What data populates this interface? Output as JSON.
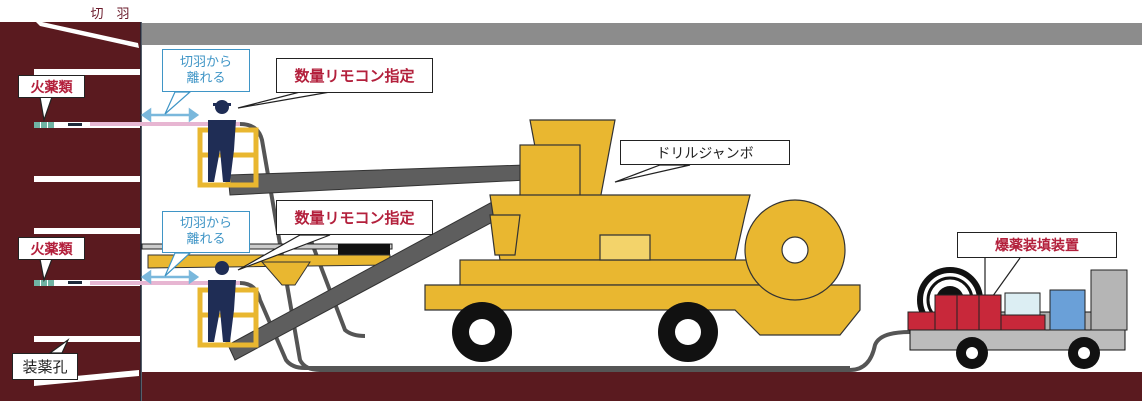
{
  "labels": {
    "face": "切　羽",
    "explosives_1": "火薬類",
    "explosives_2": "火薬類",
    "move_away_1": "切羽から\n離れる",
    "move_away_2": "切羽から\n離れる",
    "remote_1": "数量リモコン指定",
    "remote_2": "数量リモコン指定",
    "drill_jumbo": "ドリルジャンボ",
    "loading_device": "爆薬装填装置",
    "charge_hole": "装薬孔"
  },
  "colors": {
    "rock": "#5a1a1f",
    "machine": "#e9b730",
    "boom": "#5e5e5e",
    "ceiling": "#8c8c8c",
    "explosive_box": "#c8283a",
    "accent_text": "#b3203c",
    "blue": "#3f95c6"
  }
}
